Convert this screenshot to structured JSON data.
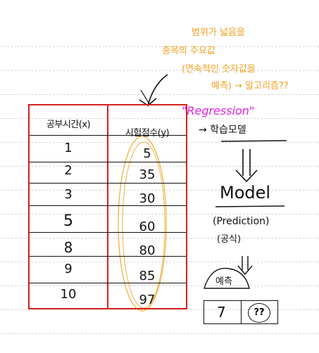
{
  "notes": {
    "orange_line1": "범위가 넓음을",
    "orange_line2": "종목의 주요값",
    "orange_line3": "(연속적인 숫자값을",
    "orange_line4": "예측) → 알고리즘??",
    "regression": "\"Regression\"",
    "method": "→ 학습모델",
    "model": "Model",
    "prediction": "(Prediction)",
    "formula": "(공식)",
    "predict_label": "예측",
    "predict_input": "7",
    "predict_output": "??"
  },
  "table": {
    "headers": [
      "공부시간(x)",
      "시험점수(y)"
    ],
    "rows": [
      [
        "1",
        "5"
      ],
      [
        "2",
        "35"
      ],
      [
        "3",
        "30"
      ],
      [
        "5",
        "60"
      ],
      [
        "8",
        "80"
      ],
      [
        "9",
        "85"
      ],
      [
        "10",
        "97"
      ]
    ]
  },
  "colors": {
    "red": "#d61f1f",
    "orange": "#f0a020",
    "magenta": "#e020e0",
    "ink": "#111111"
  }
}
